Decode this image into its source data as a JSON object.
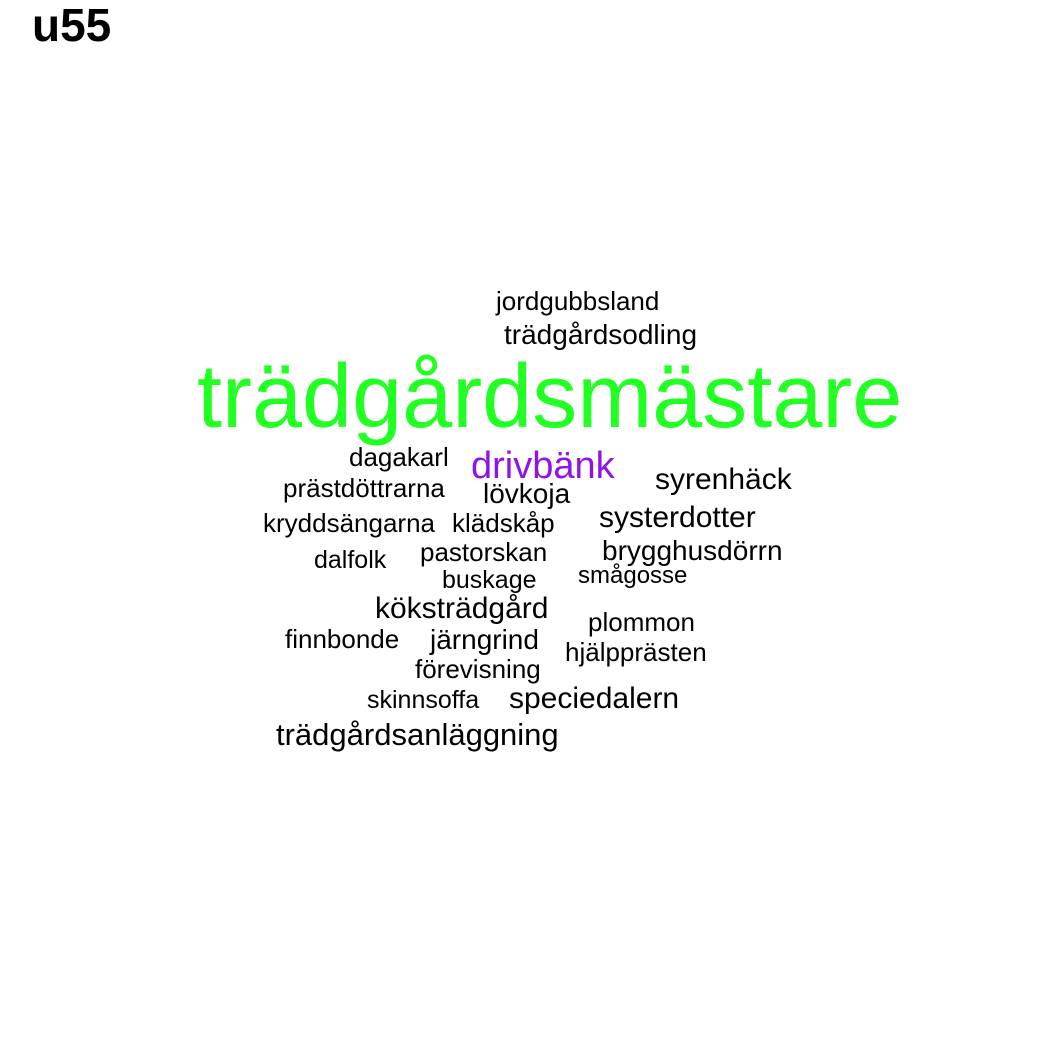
{
  "title": "u55",
  "words": [
    {
      "text": "trädgårdsmästare",
      "color": "#22ff22"
    },
    {
      "text": "drivbänk",
      "color": "#9012e8"
    },
    {
      "text": "jordgubbsland",
      "color": "#000000"
    },
    {
      "text": "trädgårdsodling",
      "color": "#000000"
    },
    {
      "text": "dagakarl",
      "color": "#000000"
    },
    {
      "text": "syrenhäck",
      "color": "#000000"
    },
    {
      "text": "prästdöttrarna",
      "color": "#000000"
    },
    {
      "text": "lövkoja",
      "color": "#000000"
    },
    {
      "text": "kryddsängarna",
      "color": "#000000"
    },
    {
      "text": "klädskåp",
      "color": "#000000"
    },
    {
      "text": "systerdotter",
      "color": "#000000"
    },
    {
      "text": "pastorskan",
      "color": "#000000"
    },
    {
      "text": "brygghusdörrn",
      "color": "#000000"
    },
    {
      "text": "dalfolk",
      "color": "#000000"
    },
    {
      "text": "buskage",
      "color": "#000000"
    },
    {
      "text": "smågosse",
      "color": "#000000"
    },
    {
      "text": "köksträdgård",
      "color": "#000000"
    },
    {
      "text": "plommon",
      "color": "#000000"
    },
    {
      "text": "finnbonde",
      "color": "#000000"
    },
    {
      "text": "järngrind",
      "color": "#000000"
    },
    {
      "text": "hjälpprästen",
      "color": "#000000"
    },
    {
      "text": "förevisning",
      "color": "#000000"
    },
    {
      "text": "skinnsoffa",
      "color": "#000000"
    },
    {
      "text": "speciedalern",
      "color": "#000000"
    },
    {
      "text": "trädgårdsanläggning",
      "color": "#000000"
    }
  ]
}
